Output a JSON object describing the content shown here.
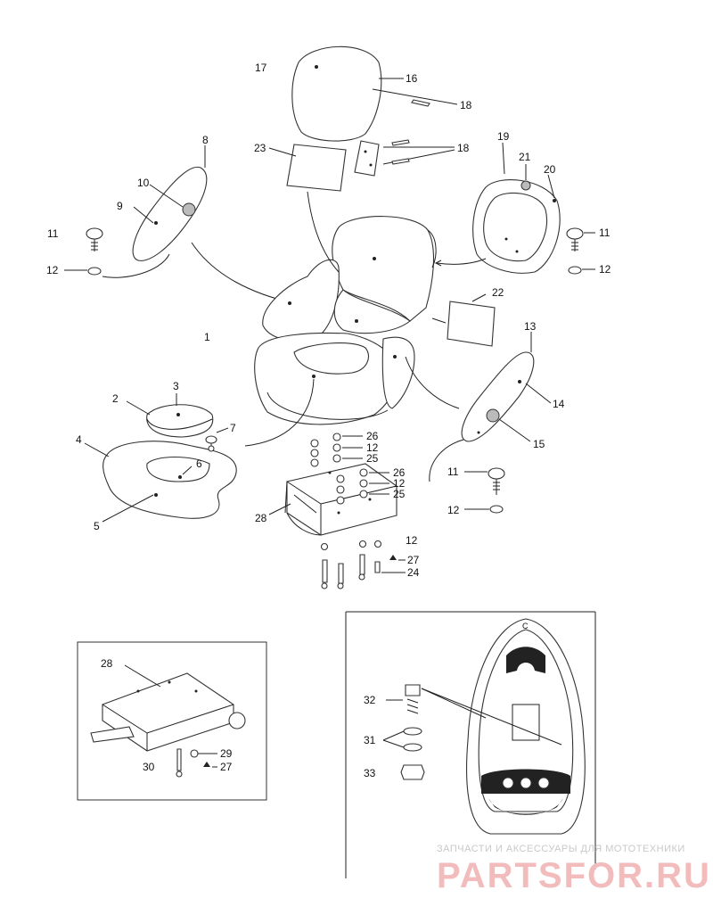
{
  "labels": {
    "l1": "1",
    "l2": "2",
    "l3": "3",
    "l4": "4",
    "l5": "5",
    "l6": "6",
    "l7": "7",
    "l8": "8",
    "l9": "9",
    "l10": "10",
    "l11a": "11",
    "l11b": "11",
    "l11c": "11",
    "l12a": "12",
    "l12b": "12",
    "l12c": "12",
    "l12d": "12",
    "l12e": "12",
    "l12f": "12",
    "l13": "13",
    "l14": "14",
    "l15": "15",
    "l16": "16",
    "l17": "17",
    "l18a": "18",
    "l18b": "18",
    "l19": "19",
    "l20": "20",
    "l21": "21",
    "l22": "22",
    "l23": "23",
    "l24": "24",
    "l25a": "25",
    "l25b": "25",
    "l26a": "26",
    "l26b": "26",
    "l27a": "27",
    "l27b": "27",
    "l28a": "28",
    "l28b": "28",
    "l29": "29",
    "l30": "30",
    "l31": "31",
    "l32": "32",
    "l33": "33"
  },
  "watermark": {
    "line1": "ЗАПЧАСТИ И АКСЕССУАРЫ ДЛЯ МОТОТЕХНИКИ",
    "line2": "PARTSFOR.RU"
  },
  "colors": {
    "ink": "#222222",
    "watermark": "#e7a8a8"
  }
}
